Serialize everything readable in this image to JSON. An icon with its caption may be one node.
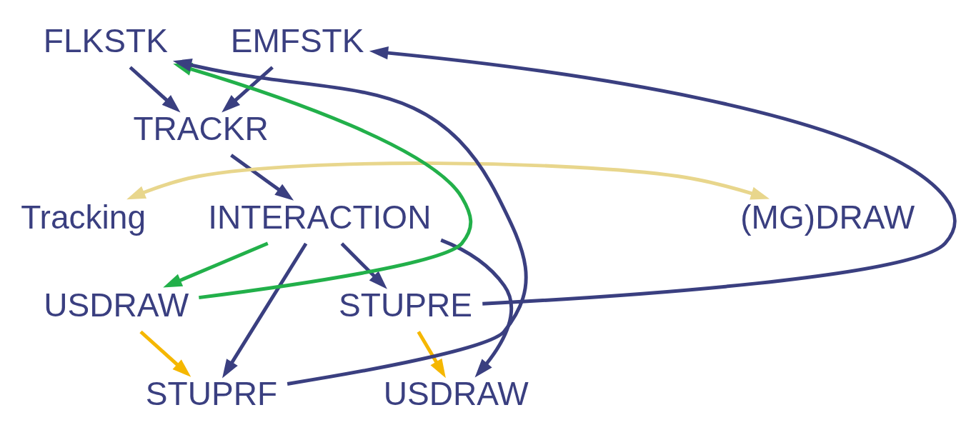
{
  "diagram": {
    "nodes": [
      {
        "text": [
          "FLKSTK"
        ]
      },
      {
        "text": [
          "TRACKR"
        ]
      },
      {
        "text": [
          "EMFSTK"
        ]
      },
      {
        "text": [
          "Tracking"
        ]
      },
      {
        "text": [
          "(MG)DRAW"
        ]
      },
      {
        "text": [
          "INTERACTION"
        ]
      },
      {
        "text": [
          "USDRAW"
        ]
      },
      {
        "text": [
          "STUPRE"
        ]
      },
      {
        "text": [
          "STUPRF"
        ]
      },
      {
        "text": [
          "USDRAW"
        ]
      }
    ],
    "edges": [
      {
        "from": 0,
        "to": 1,
        "arrow": "to"
      },
      {
        "from": 2,
        "to": 1,
        "arrow": "to"
      },
      {
        "from": 1,
        "to": 5,
        "arrow": "to"
      },
      {
        "from": 3,
        "to": 4,
        "arrow": "both",
        "color": "#e8d68c"
      },
      {
        "from": 5,
        "to": 6,
        "arrow": "to",
        "color": "#22b04a"
      },
      {
        "from": 5,
        "to": 8,
        "arrow": "to"
      },
      {
        "from": 6,
        "to": 0,
        "arrow": "to",
        "color": "#22b04a"
      },
      {
        "from": 6,
        "to": 8,
        "arrow": "to",
        "color": "#f5b700"
      },
      {
        "from": 8,
        "to": 0,
        "arrow": "to"
      },
      {
        "from": 5,
        "to": 7,
        "arrow": "to"
      },
      {
        "from": 5,
        "to": 9,
        "arrow": "to"
      },
      {
        "from": 7,
        "to": 9,
        "arrow": "to",
        "color": "#f5b700"
      },
      {
        "from": 7,
        "to": 2,
        "arrow": "to"
      }
    ]
  }
}
